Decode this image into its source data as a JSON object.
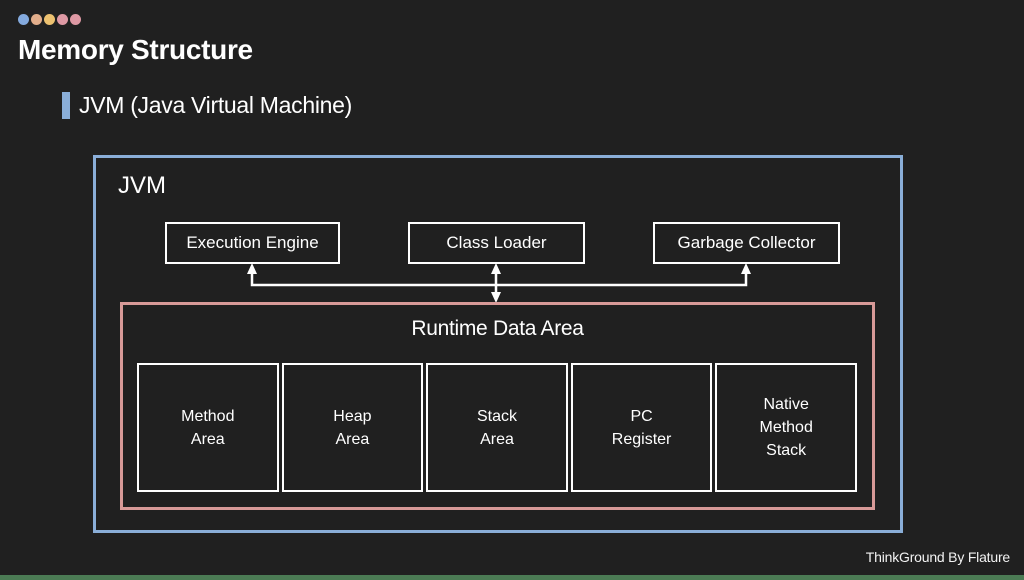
{
  "slide": {
    "title": "Memory Structure",
    "subtitle": "JVM (Java Virtual Machine)",
    "footer_credit": "ThinkGround By Flature"
  },
  "decor_dots": [
    "#84aade",
    "#e2ae8b",
    "#ecc170",
    "#de99a4",
    "#de99a4"
  ],
  "diagram": {
    "jvm_label": "JVM",
    "components": [
      "Execution Engine",
      "Class Loader",
      "Garbage Collector"
    ],
    "runtime_area": {
      "title": "Runtime Data Area",
      "sections": [
        "Method\nArea",
        "Heap\nArea",
        "Stack\nArea",
        "PC\nRegister",
        "Native\nMethod\nStack"
      ]
    }
  },
  "colors": {
    "background": "#202020",
    "jvm_border": "#8aaed8",
    "runtime_border": "#d89a98",
    "accent_bar": "#8aaed8",
    "box_border": "#ffffff",
    "bottom_strip": "#4b7b54"
  }
}
